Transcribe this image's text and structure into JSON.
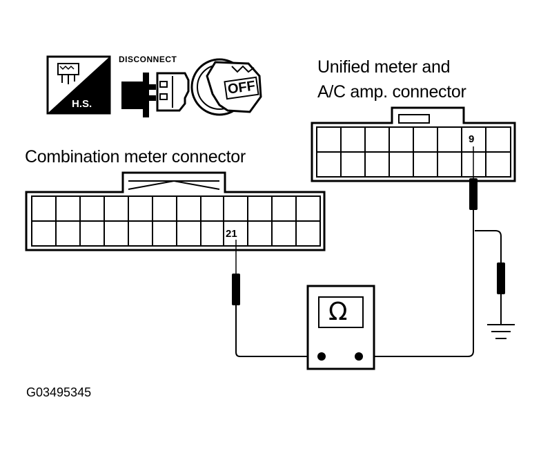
{
  "labels": {
    "unified_line1": "Unified meter and",
    "unified_line2": "A/C amp. connector",
    "combination": "Combination meter connector",
    "pin_unified": "9",
    "pin_combination": "21",
    "disconnect": "DISCONNECT",
    "hs": "H.S.",
    "off": "OFF",
    "ohm": "Ω",
    "figure_id": "G03495345"
  },
  "icons": [
    "harness-connector-hs-icon",
    "disconnect-connector-icon",
    "ignition-off-key-icon",
    "ohmmeter-icon",
    "ground-icon"
  ]
}
